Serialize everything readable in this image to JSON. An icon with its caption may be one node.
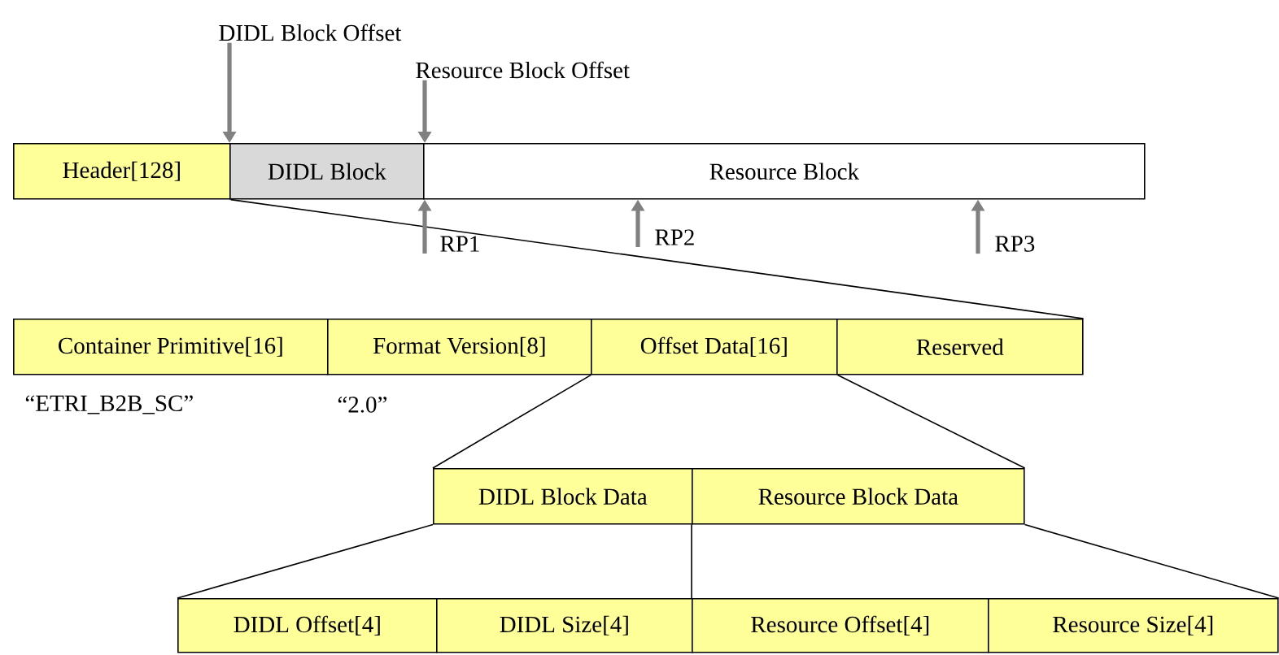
{
  "diagram": {
    "nodes": [
      {
        "text": [
          "Header[128]"
        ]
      },
      {
        "text": [
          "DIDL Block"
        ]
      },
      {
        "text": [
          "Resource Block"
        ]
      },
      {
        "text": [
          "Container Primitive[16]"
        ],
        "beside": [
          "“ETRI_B2B_SC”"
        ]
      },
      {
        "text": [
          "Format Version[8]"
        ],
        "beside": [
          "“2.0”"
        ]
      },
      {
        "text": [
          "Offset Data[16]"
        ]
      },
      {
        "text": [
          "Reserved"
        ]
      },
      {
        "text": [
          "DIDL Block Data"
        ]
      },
      {
        "text": [
          "Resource Block Data"
        ]
      },
      {
        "text": [
          "DIDL Offset[4]"
        ]
      },
      {
        "text": [
          "DIDL Size[4]"
        ]
      },
      {
        "text": [
          "Resource Offset[4]"
        ]
      },
      {
        "text": [
          "Resource Size[4]"
        ]
      },
      {
        "text": [
          "DIDL Block Offset"
        ]
      },
      {
        "text": [
          "Resource Block Offset"
        ]
      },
      {
        "text": [
          "RP1"
        ]
      },
      {
        "text": [
          "RP2"
        ]
      },
      {
        "text": [
          "RP3"
        ]
      }
    ],
    "edges": [
      {
        "from": 0,
        "to": 6,
        "arrow": "none"
      },
      {
        "from": 5,
        "to": 7,
        "arrow": "none"
      },
      {
        "from": 5,
        "to": 8,
        "arrow": "none"
      },
      {
        "from": 7,
        "to": 9,
        "arrow": "none"
      },
      {
        "from": 8,
        "to": 11,
        "arrow": "none"
      },
      {
        "from": 8,
        "to": 12,
        "arrow": "none"
      },
      {
        "from": 13,
        "to": 1,
        "arrow": "to",
        "style": "thick",
        "color": "#808080"
      },
      {
        "from": 14,
        "to": 2,
        "arrow": "to",
        "style": "thick",
        "color": "#808080"
      },
      {
        "from": 15,
        "to": 2,
        "arrow": "to",
        "style": "thick",
        "color": "#808080"
      },
      {
        "from": 16,
        "to": 2,
        "arrow": "to",
        "style": "thick",
        "color": "#808080"
      },
      {
        "from": 17,
        "to": 2,
        "arrow": "to",
        "style": "thick",
        "color": "#808080"
      }
    ]
  }
}
